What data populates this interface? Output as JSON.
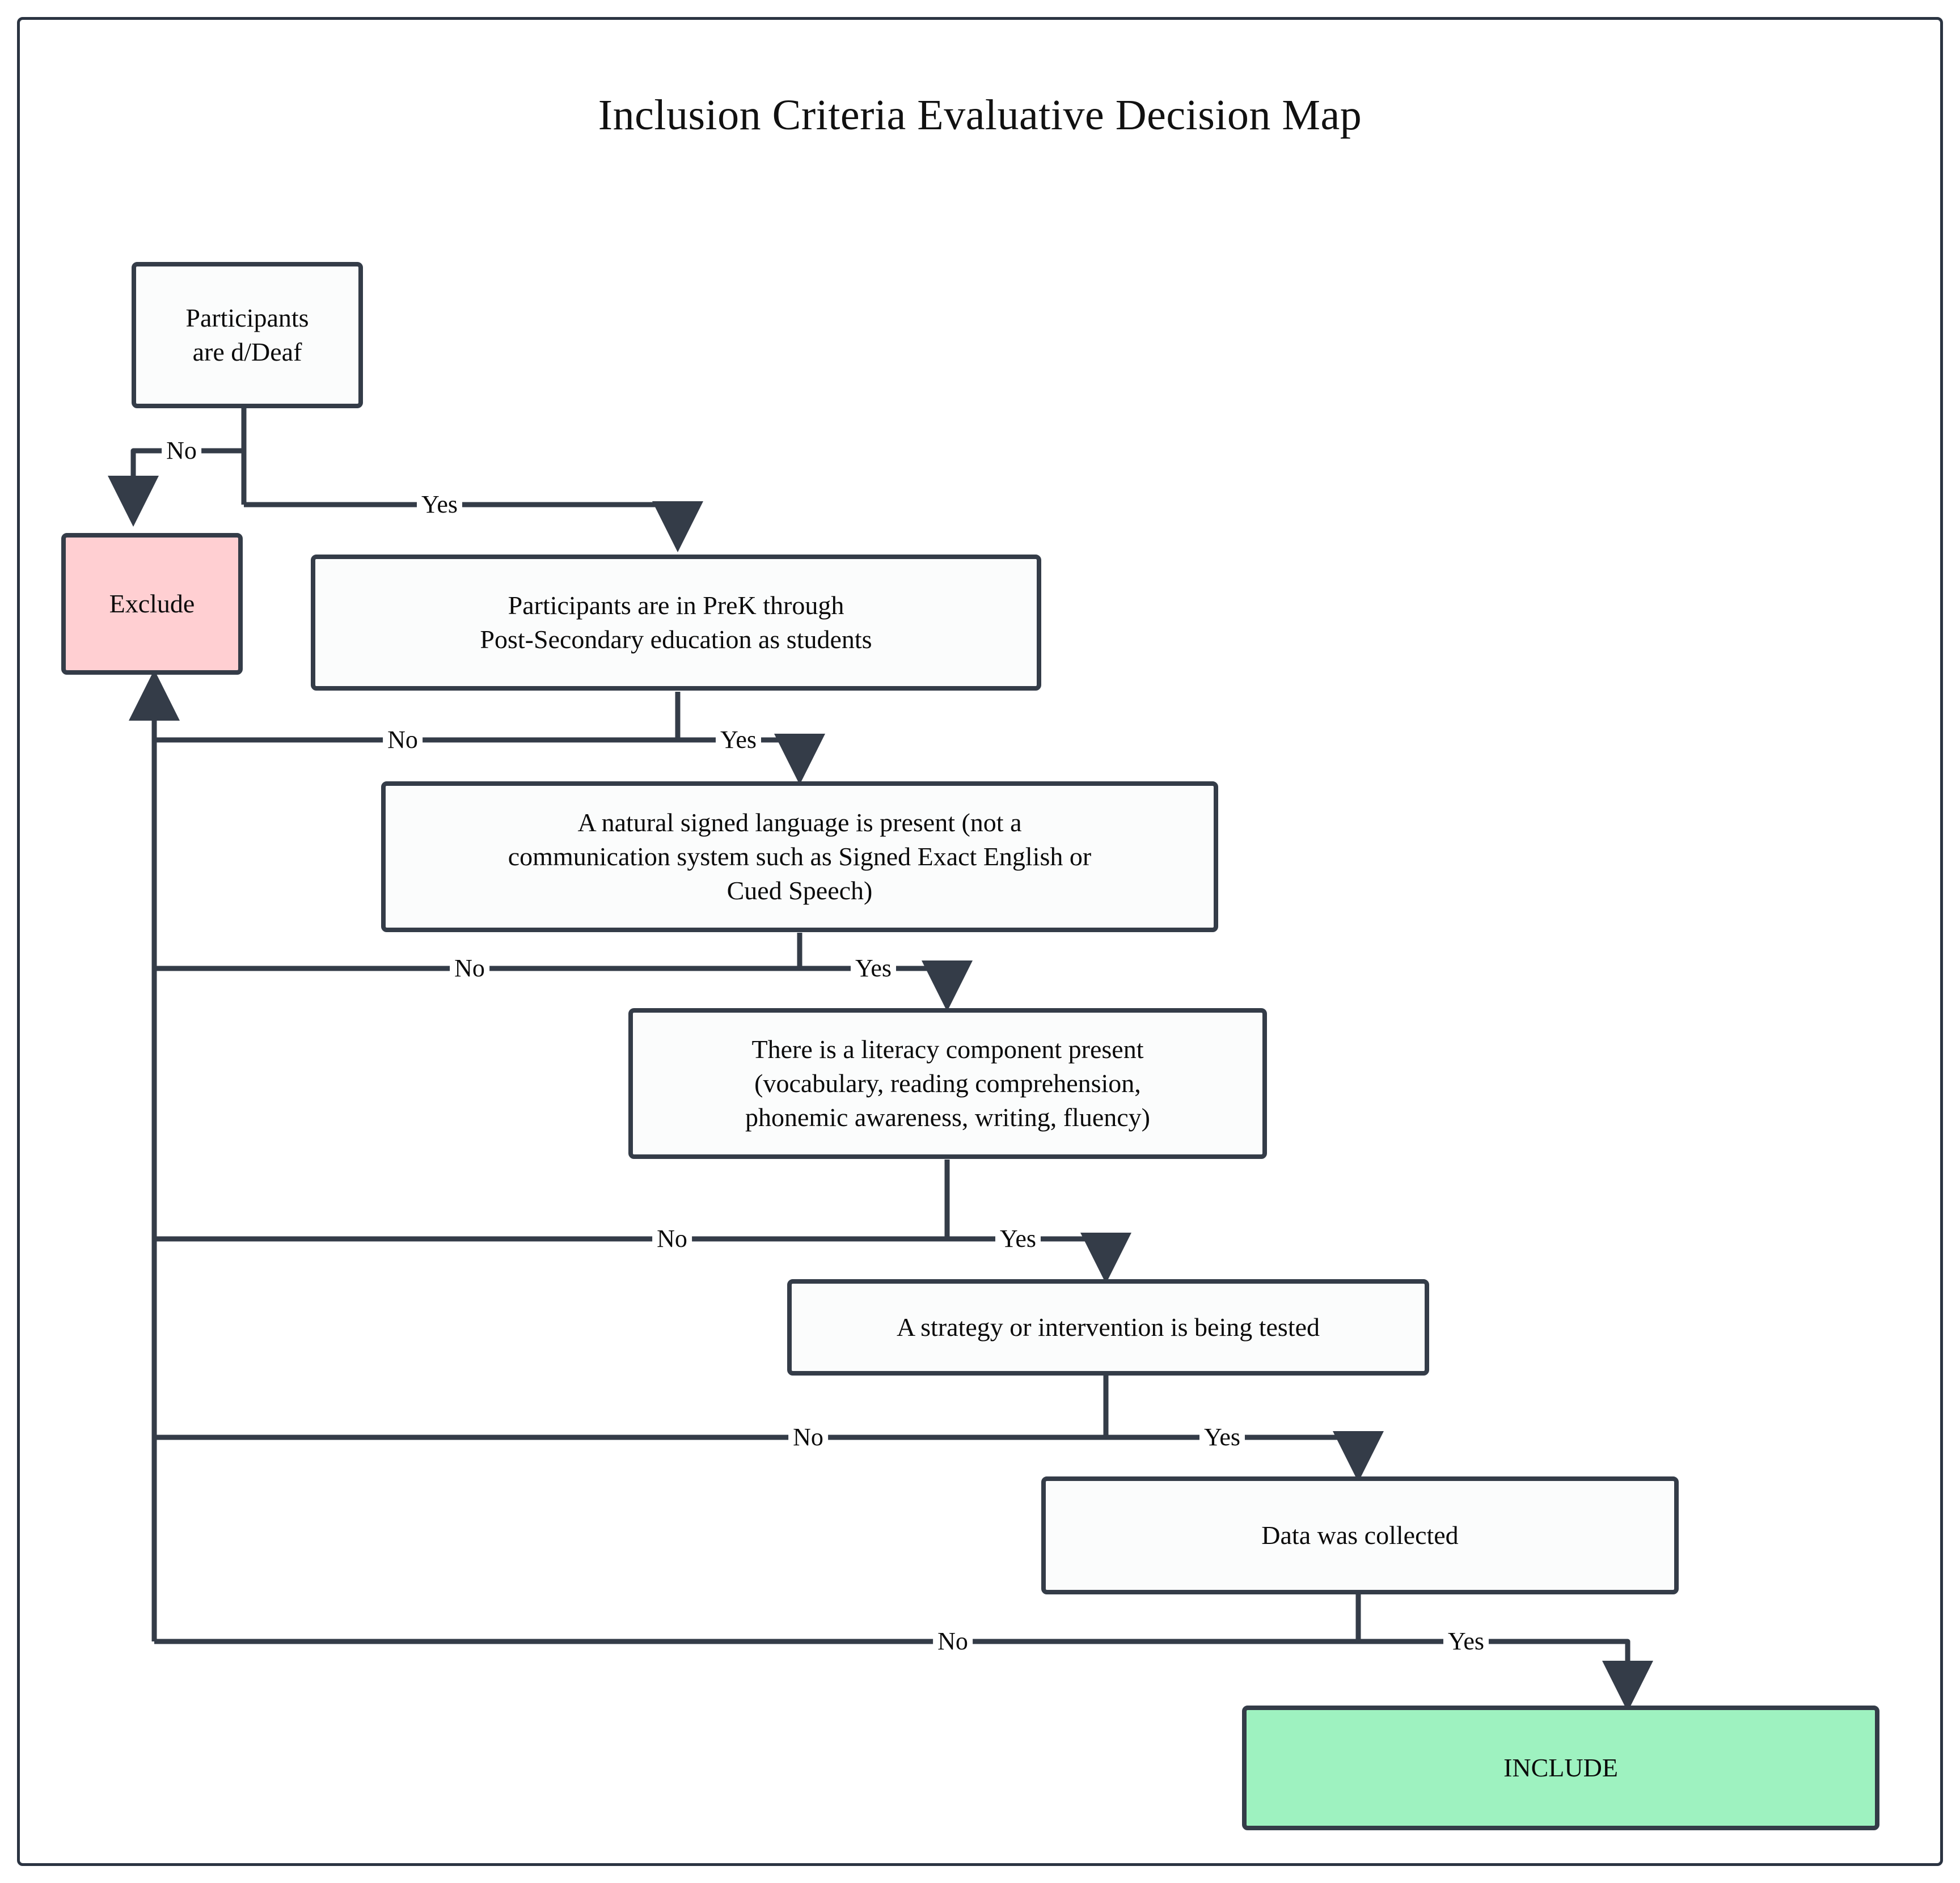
{
  "chart_data": {
    "type": "diagram",
    "diagram_kind": "flowchart",
    "title": "Inclusion Criteria Evaluative Decision Map",
    "orientation": "top-down with right-stepping decision ladder",
    "nodes": [
      {
        "id": "n1",
        "label": "Participants\nare d/Deaf",
        "shape": "rounded-rect",
        "fill": "#fbfcfc",
        "stroke": "#343c48"
      },
      {
        "id": "exclude",
        "label": "Exclude",
        "shape": "rounded-rect",
        "fill": "#ffcfd2",
        "stroke": "#343c48",
        "role": "terminal-negative"
      },
      {
        "id": "n2",
        "label": "Participants are in PreK through\nPost-Secondary education as students",
        "shape": "rounded-rect",
        "fill": "#fbfcfc",
        "stroke": "#343c48"
      },
      {
        "id": "n3",
        "label": "A natural signed language is present (not a\ncommunication system such as Signed Exact English or\nCued Speech)",
        "shape": "rounded-rect",
        "fill": "#fbfcfc",
        "stroke": "#343c48"
      },
      {
        "id": "n4",
        "label": "There is a literacy component present\n(vocabulary, reading comprehension,\nphonemic awareness, writing, fluency)",
        "shape": "rounded-rect",
        "fill": "#fbfcfc",
        "stroke": "#343c48"
      },
      {
        "id": "n5",
        "label": "A strategy or intervention is being tested",
        "shape": "rounded-rect",
        "fill": "#fbfcfc",
        "stroke": "#343c48"
      },
      {
        "id": "n6",
        "label": "Data was collected",
        "shape": "rounded-rect",
        "fill": "#fbfcfc",
        "stroke": "#343c48"
      },
      {
        "id": "include",
        "label": "INCLUDE",
        "shape": "rounded-rect",
        "fill": "#9ef2c0",
        "stroke": "#343c48",
        "role": "terminal-positive"
      }
    ],
    "edges": [
      {
        "from": "n1",
        "to": "exclude",
        "label": "No"
      },
      {
        "from": "n1",
        "to": "n2",
        "label": "Yes"
      },
      {
        "from": "n2",
        "to": "exclude",
        "label": "No"
      },
      {
        "from": "n2",
        "to": "n3",
        "label": "Yes"
      },
      {
        "from": "n3",
        "to": "exclude",
        "label": "No"
      },
      {
        "from": "n3",
        "to": "n4",
        "label": "Yes"
      },
      {
        "from": "n4",
        "to": "exclude",
        "label": "No"
      },
      {
        "from": "n4",
        "to": "n5",
        "label": "Yes"
      },
      {
        "from": "n5",
        "to": "exclude",
        "label": "No"
      },
      {
        "from": "n5",
        "to": "n6",
        "label": "Yes"
      },
      {
        "from": "n6",
        "to": "exclude",
        "label": "No"
      },
      {
        "from": "n6",
        "to": "include",
        "label": "Yes"
      }
    ],
    "colors": {
      "stroke": "#343c48",
      "node_fill": "#fbfcfc",
      "exclude_fill": "#ffcfd2",
      "include_fill": "#9ef2c0",
      "frame": "#2b3442",
      "background": "#ffffff",
      "text": "#0b0b0b"
    }
  },
  "title": "Inclusion Criteria Evaluative Decision Map",
  "nodes": {
    "n1": {
      "line1": "Participants",
      "line2": "are d/Deaf"
    },
    "exclude": {
      "label": "Exclude"
    },
    "n2": {
      "line1": "Participants are in PreK through",
      "line2": "Post-Secondary education as students"
    },
    "n3": {
      "line1": "A natural signed language is present (not a",
      "line2": "communication system such as Signed Exact English or",
      "line3": "Cued Speech)"
    },
    "n4": {
      "line1": "There is a literacy component present",
      "line2": "(vocabulary, reading comprehension,",
      "line3": "phonemic awareness, writing, fluency)"
    },
    "n5": {
      "label": "A strategy or intervention is being tested"
    },
    "n6": {
      "label": "Data was collected"
    },
    "include": {
      "label": "INCLUDE"
    }
  },
  "labels": {
    "no1": "No",
    "yes1": "Yes",
    "no2": "No",
    "yes2": "Yes",
    "no3": "No",
    "yes3": "Yes",
    "no4": "No",
    "yes4": "Yes",
    "no5": "No",
    "yes5": "Yes",
    "no6": "No",
    "yes6": "Yes"
  }
}
